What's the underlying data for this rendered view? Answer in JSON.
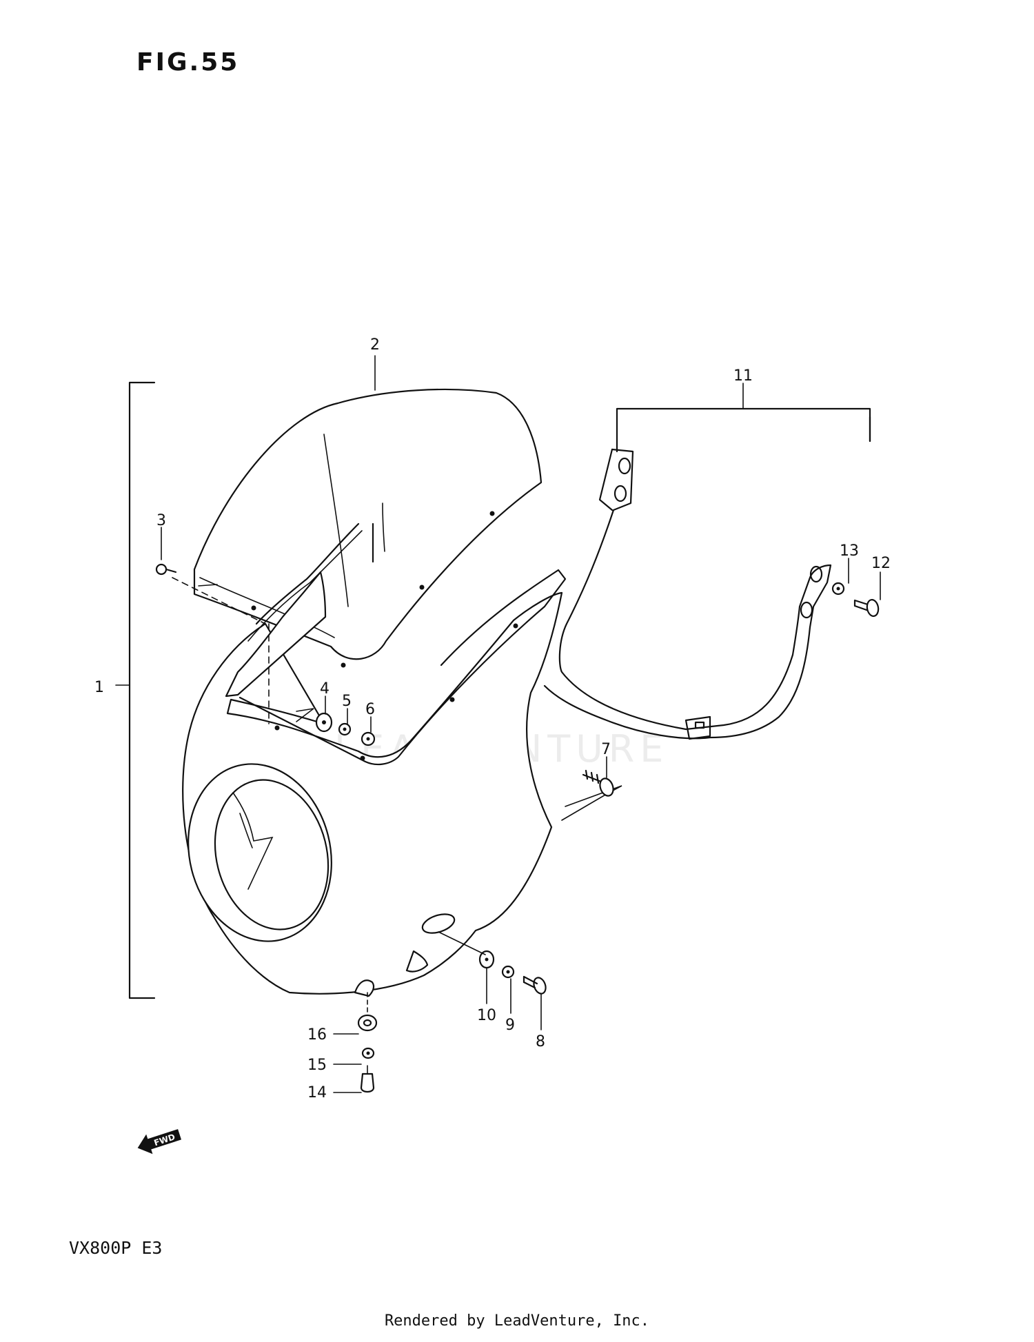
{
  "figure": {
    "title": "FIG.55"
  },
  "model": {
    "code": "VX800P  E3"
  },
  "footer": {
    "text": "Rendered by LeadVenture, Inc."
  },
  "watermark": {
    "text": "LEADVENTURE"
  },
  "fwd_badge": {
    "text": "FWD"
  },
  "callouts": [
    "1",
    "2",
    "3",
    "4",
    "5",
    "6",
    "7",
    "8",
    "9",
    "10",
    "11",
    "12",
    "13",
    "14",
    "15",
    "16"
  ]
}
